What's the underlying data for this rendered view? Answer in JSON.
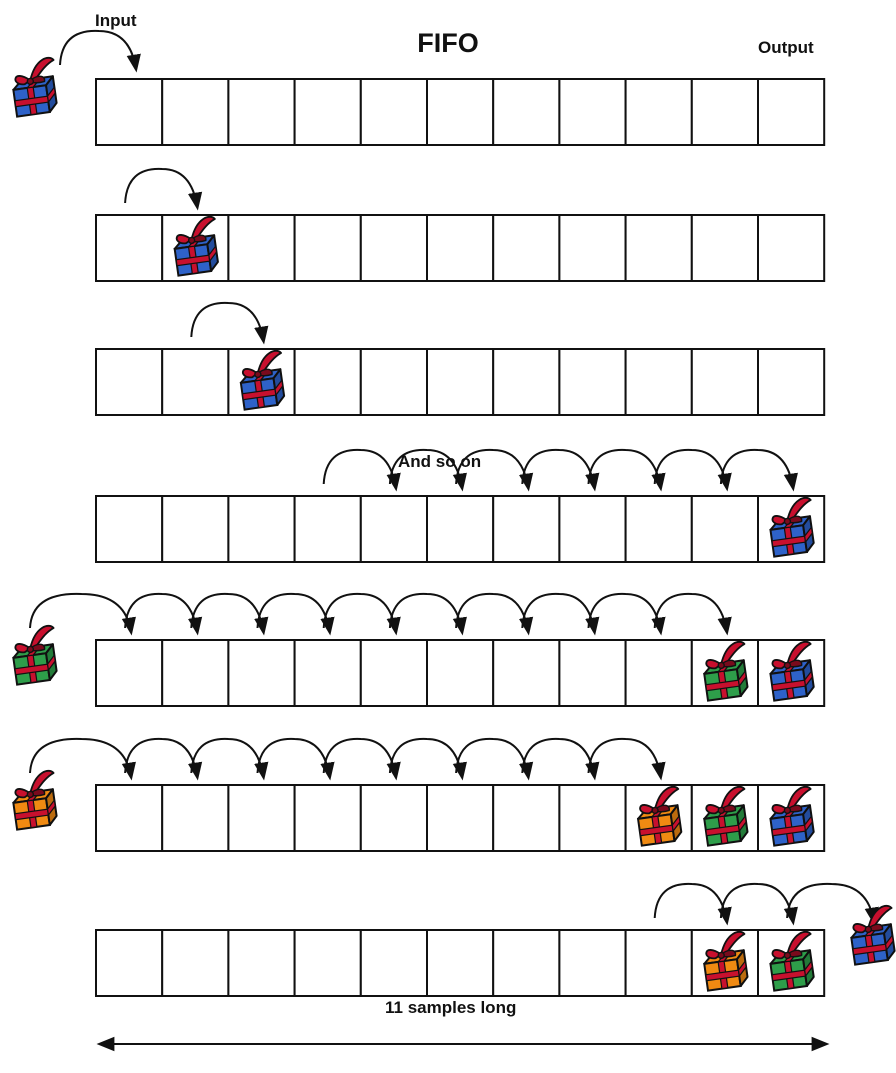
{
  "title": "FIFO",
  "labels": {
    "input": "Input",
    "output": "Output",
    "and_so_on": "And so on",
    "length": "11 samples long"
  },
  "buffer": {
    "cells": 11
  },
  "colors": {
    "line": "#111111",
    "ribbon": "#c8102e",
    "ribbon_dark": "#7a0a1c",
    "gift_blue": "#2e62c9",
    "gift_green": "#2e9e4a",
    "gift_orange": "#f08a12"
  },
  "rows": [
    {
      "gifts": [],
      "arrows": []
    },
    {
      "gifts": [
        {
          "slot": 1,
          "color": "gift_blue"
        }
      ],
      "arrows": [
        [
          0,
          1
        ]
      ]
    },
    {
      "gifts": [
        {
          "slot": 2,
          "color": "gift_blue"
        }
      ],
      "arrows": [
        [
          1,
          2
        ]
      ]
    },
    {
      "gifts": [
        {
          "slot": 10,
          "color": "gift_blue"
        }
      ],
      "arrows": [
        [
          3,
          4
        ],
        [
          4,
          5
        ],
        [
          5,
          6
        ],
        [
          6,
          7
        ],
        [
          7,
          8
        ],
        [
          8,
          9
        ],
        [
          9,
          10
        ]
      ]
    },
    {
      "gifts": [
        {
          "slot": -1,
          "color": "gift_green"
        },
        {
          "slot": 9,
          "color": "gift_green"
        },
        {
          "slot": 10,
          "color": "gift_blue"
        }
      ],
      "arrows": [
        [
          -1,
          0
        ],
        [
          0,
          1
        ],
        [
          1,
          2
        ],
        [
          2,
          3
        ],
        [
          3,
          4
        ],
        [
          4,
          5
        ],
        [
          5,
          6
        ],
        [
          6,
          7
        ],
        [
          7,
          8
        ],
        [
          8,
          9
        ]
      ]
    },
    {
      "gifts": [
        {
          "slot": -1,
          "color": "gift_orange"
        },
        {
          "slot": 8,
          "color": "gift_orange"
        },
        {
          "slot": 9,
          "color": "gift_green"
        },
        {
          "slot": 10,
          "color": "gift_blue"
        }
      ],
      "arrows": [
        [
          -1,
          0
        ],
        [
          0,
          1
        ],
        [
          1,
          2
        ],
        [
          2,
          3
        ],
        [
          3,
          4
        ],
        [
          4,
          5
        ],
        [
          5,
          6
        ],
        [
          6,
          7
        ],
        [
          7,
          8
        ]
      ]
    },
    {
      "gifts": [
        {
          "slot": 9,
          "color": "gift_orange"
        },
        {
          "slot": 10,
          "color": "gift_green"
        },
        {
          "slot": 11,
          "color": "gift_blue"
        }
      ],
      "arrows": [
        [
          8,
          9
        ],
        [
          9,
          10
        ],
        [
          10,
          11
        ]
      ]
    }
  ],
  "icons": [
    "gift-box-icon",
    "curved-arrow-icon",
    "double-headed-arrow-icon"
  ]
}
